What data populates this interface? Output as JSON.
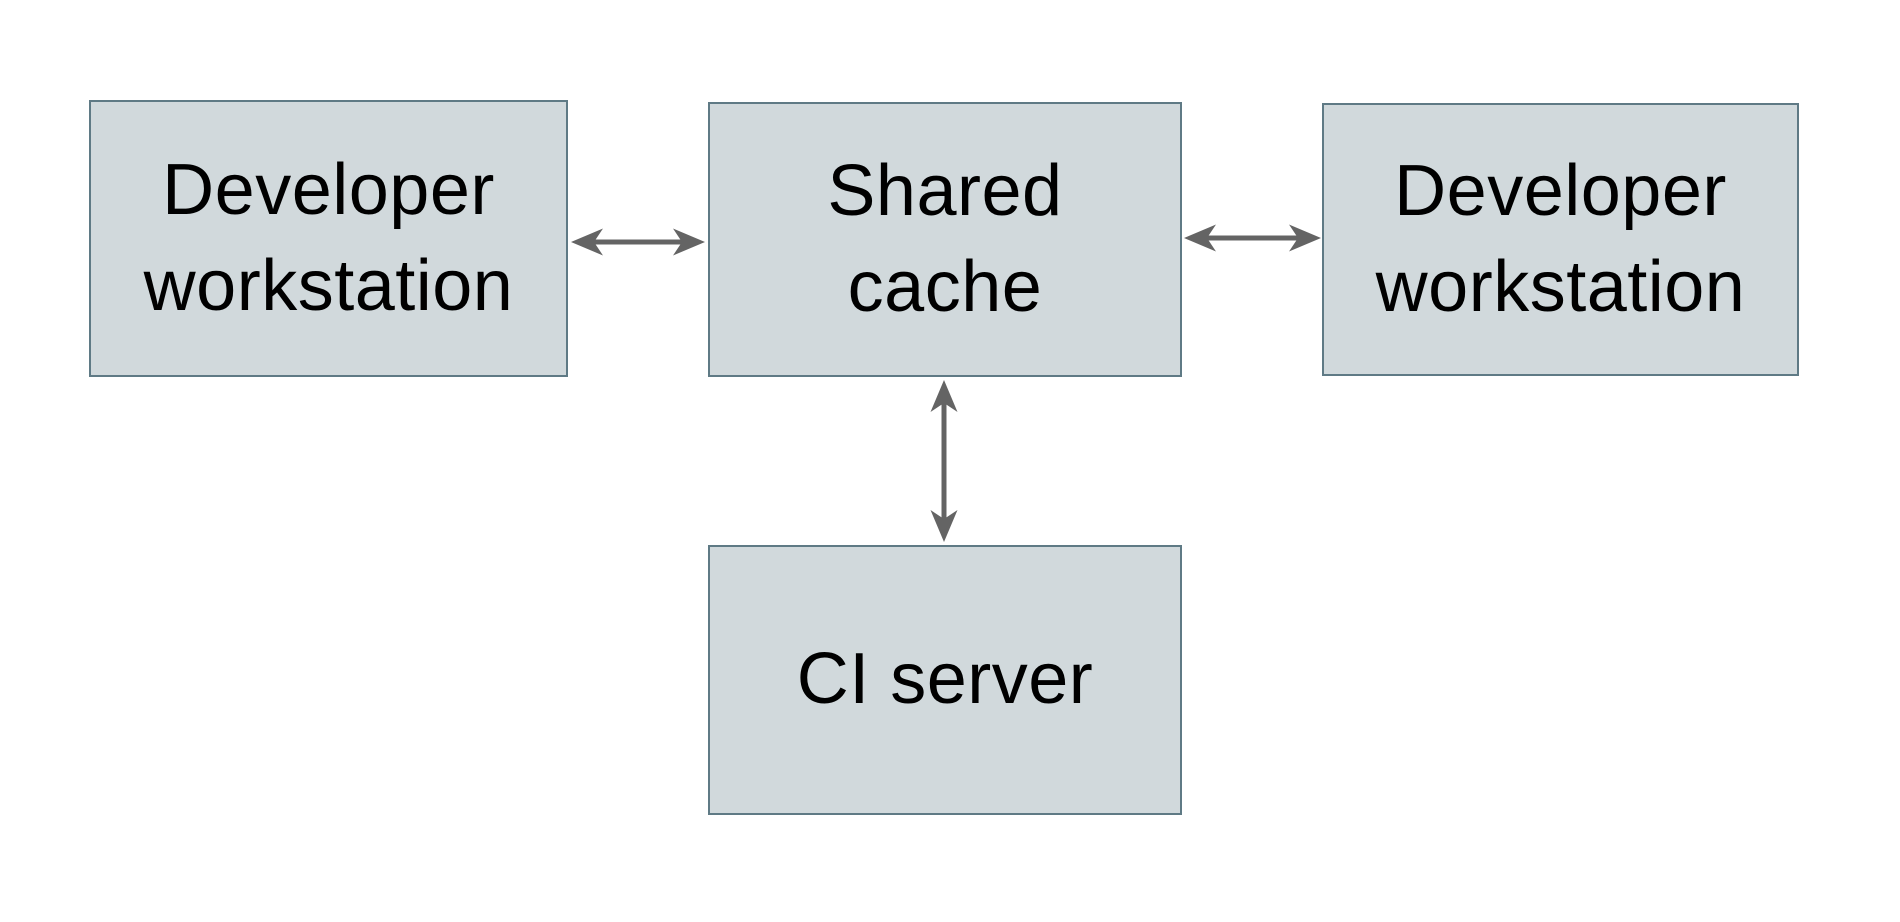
{
  "diagram": {
    "background": "#ffffff",
    "nodes": [
      {
        "id": "developer-workstation-left",
        "label": "Developer\nworkstation"
      },
      {
        "id": "shared-cache",
        "label": "Shared\ncache"
      },
      {
        "id": "developer-workstation-right",
        "label": "Developer\nworkstation"
      },
      {
        "id": "ci-server",
        "label": "CI server"
      }
    ],
    "edges": [
      {
        "from": "developer-workstation-left",
        "to": "shared-cache",
        "direction": "bidirectional",
        "orientation": "horizontal"
      },
      {
        "from": "shared-cache",
        "to": "developer-workstation-right",
        "direction": "bidirectional",
        "orientation": "horizontal"
      },
      {
        "from": "shared-cache",
        "to": "ci-server",
        "direction": "bidirectional",
        "orientation": "vertical"
      }
    ],
    "colors": {
      "node_fill": "#d1d9dc",
      "node_border": "#5f7a85",
      "arrow": "#646464",
      "text": "#000000",
      "background": "#ffffff"
    }
  }
}
